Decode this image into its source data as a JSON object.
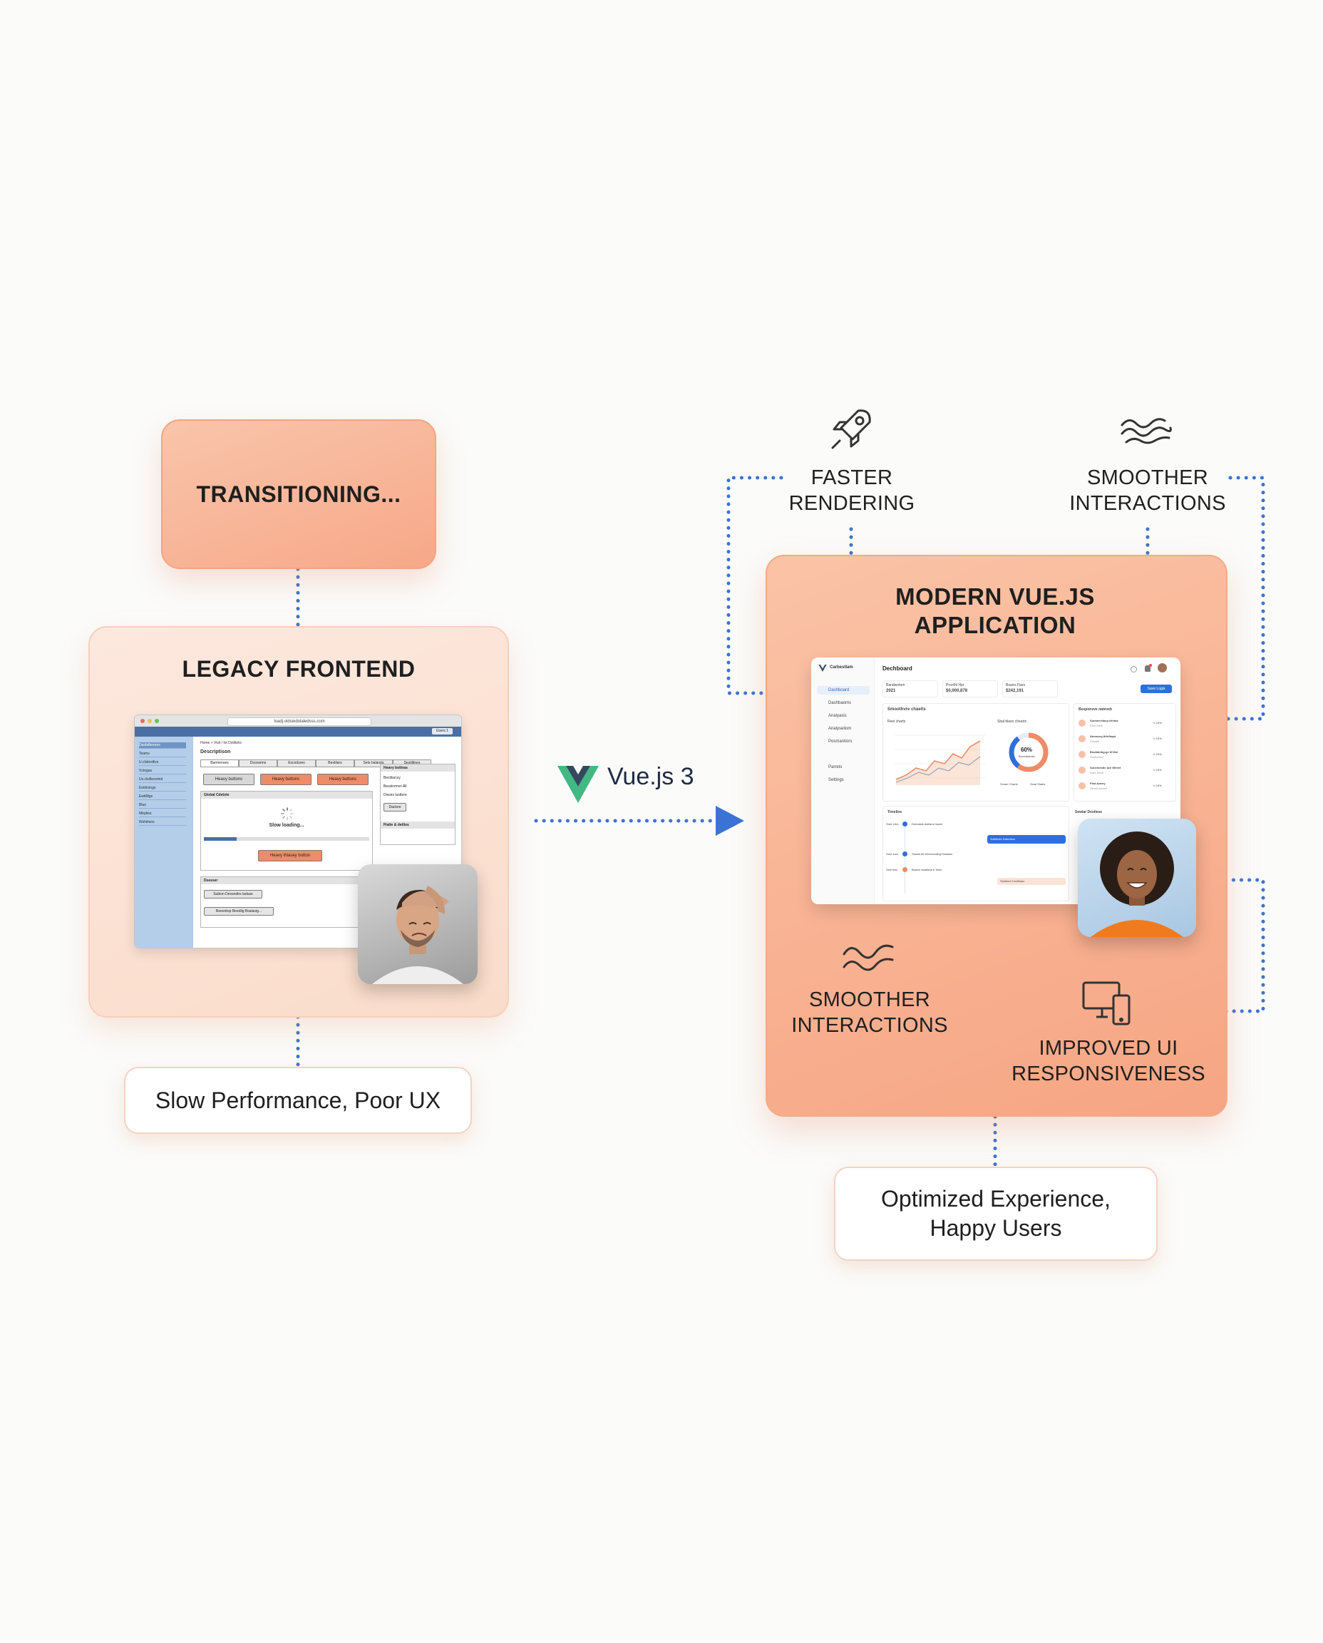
{
  "transition_box": {
    "label": "TRANSITIONING..."
  },
  "legacy": {
    "title": "LEGACY FRONTEND",
    "browser": {
      "url": "loadj.oldsiedolaledsss.com",
      "topbar_button": "Users 1",
      "sidebar_items": [
        "Dasbdbrenns",
        "Teams",
        "U.clislestlivs",
        "Vctogas",
        "Us.clsillsrovtnd",
        "Enidrvings",
        "Ewitllilgs",
        "Blue",
        "Mtrplies",
        "Wshitions"
      ],
      "breadcrumb": "Home > Visit / lot Dstilishs",
      "heading": "Descriptison",
      "tabs": [
        "Barmenoes",
        "Dscearms",
        "Escodures",
        "Besblars",
        "Sets balarsts",
        "Sestilitnes"
      ],
      "buttons": [
        "Heavy buttons",
        "Heavy buttons",
        "Heavy buttons"
      ],
      "section1_title": "Global Cdetote",
      "loading_text": "Slow loading...",
      "orange_button": "Heavy Ihlasey button",
      "right_title": "Heavy bsttnas",
      "right_items": [
        "Beslilarcsy",
        "Besslnrmer-All",
        "Disses lusttore"
      ],
      "right_button": "Dackee",
      "right_title2": "Flatte & detlios",
      "section2_title": "Dsesser",
      "small_buttons": [
        "Subion Dessedtrs laduse",
        "Beeedrsp Beedlig Bsalasig..."
      ]
    }
  },
  "slow_box": {
    "label": "Slow Performance, Poor UX"
  },
  "vue": {
    "label": "Vue.js 3"
  },
  "modern": {
    "title_line1": "MODERN VUE.JS",
    "title_line2": "APPLICATION",
    "dashboard": {
      "brand": "Carbestlam",
      "title": "Dechboard",
      "sidebar": [
        "Dashboard",
        "Dashbaoms",
        "Analyasis",
        "Analyseliom",
        "Posmantiors",
        "Parrets",
        "Settings"
      ],
      "stats": [
        {
          "label": "Bandwotom",
          "value": "2021"
        },
        {
          "label": "Prorrlhl Hpr",
          "value": "$0,000,878"
        },
        {
          "label": "Bsarrs Fiars",
          "value": "$242,191"
        }
      ],
      "action_button": "Save Logis",
      "chart_section_title": "Smoothvre chaelts",
      "line_chart_title": "Reel charts",
      "donut_title": "Sbal blaes chearts",
      "donut_value": "60%",
      "donut_sub": "Bonvldiamtw",
      "donut_legend": [
        "Smaer Charts",
        "Smal Slates"
      ],
      "responsive_title": "Besponsve nateveb",
      "responsive_items": [
        {
          "name": "Summevliaoy.chrbas",
          "sub": "Ears Aleik",
          "pct": "+/-10%"
        },
        {
          "name": "Humosey.lfrfefhapt",
          "sub": "Sestaill",
          "pct": "+/-10%"
        },
        {
          "name": "Bsotlalnhg:ge tlf.Hal",
          "sub": "Smatcesat",
          "pct": "+/-10%"
        },
        {
          "name": "Sunemestle ace Wheet",
          "sub": "Stles ffarat",
          "pct": "+/-10%"
        },
        {
          "name": "Pisd.Aaeny",
          "sub": "Sleesl pamcit",
          "pct": "+/-10%"
        }
      ],
      "timeline_title": "Timeline",
      "timeline_items": [
        {
          "time": "Shet 1Am",
          "text": "Dobdasts datiisns hsesh"
        },
        {
          "time": "Sest 1am",
          "text": "Stsnetnet Internvealing Dsistass"
        },
        {
          "time": "Sest Itas",
          "text": "Bsarvs swalland ti Tsels"
        }
      ],
      "timeline_right": [
        "Subtituler Datedtsor",
        "Sstdsent Clodhiass"
      ],
      "table_title": "Sewiar Destlese"
    }
  },
  "features": {
    "faster_rendering": [
      "FASTER",
      "RENDERING"
    ],
    "smoother_top": [
      "SMOOTHER",
      "INTERACTIONS"
    ],
    "smoother_bottom": [
      "SMOOTHER",
      "INTERACTIONS"
    ],
    "improved_ui": [
      "IMPROVED UI",
      "RESPONSIVENESS"
    ]
  },
  "optimized_box": {
    "line1": "Optimized Experience,",
    "line2": "Happy Users"
  },
  "colors": {
    "accent_orange": "#f6a583",
    "connector_blue": "#3b73d4",
    "vue_green": "#42b883",
    "vue_dark": "#35495e"
  }
}
